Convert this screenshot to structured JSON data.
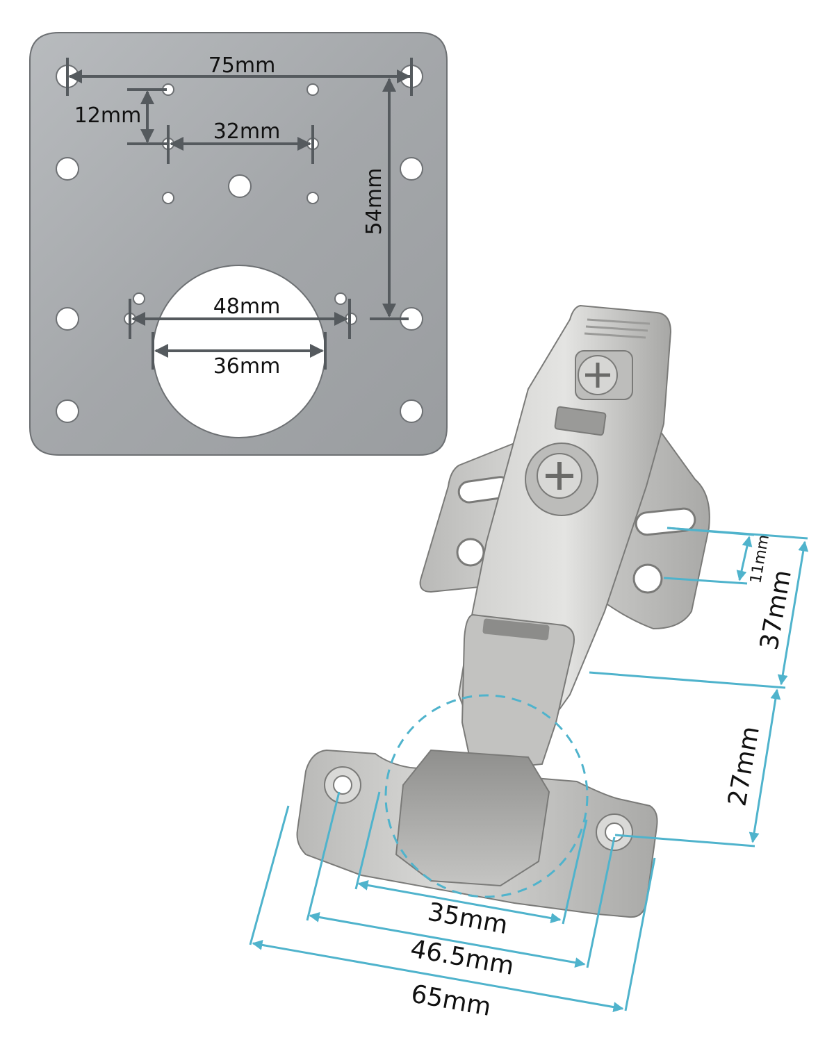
{
  "plate": {
    "dims": {
      "d75": "75mm",
      "d12": "12mm",
      "d32": "32mm",
      "d54": "54mm",
      "d48": "48mm",
      "d36": "36mm"
    }
  },
  "hinge": {
    "dims": {
      "d11": "11mm",
      "d37": "37mm",
      "d27": "27mm",
      "d35": "35mm",
      "d46": "46.5mm",
      "d65": "65mm"
    }
  },
  "colors": {
    "plate_metal": "#a7aaad",
    "dimension_gray": "#555a5e",
    "dimension_blue": "#4fb3cc",
    "hinge_metal": "#c9c9c7"
  }
}
